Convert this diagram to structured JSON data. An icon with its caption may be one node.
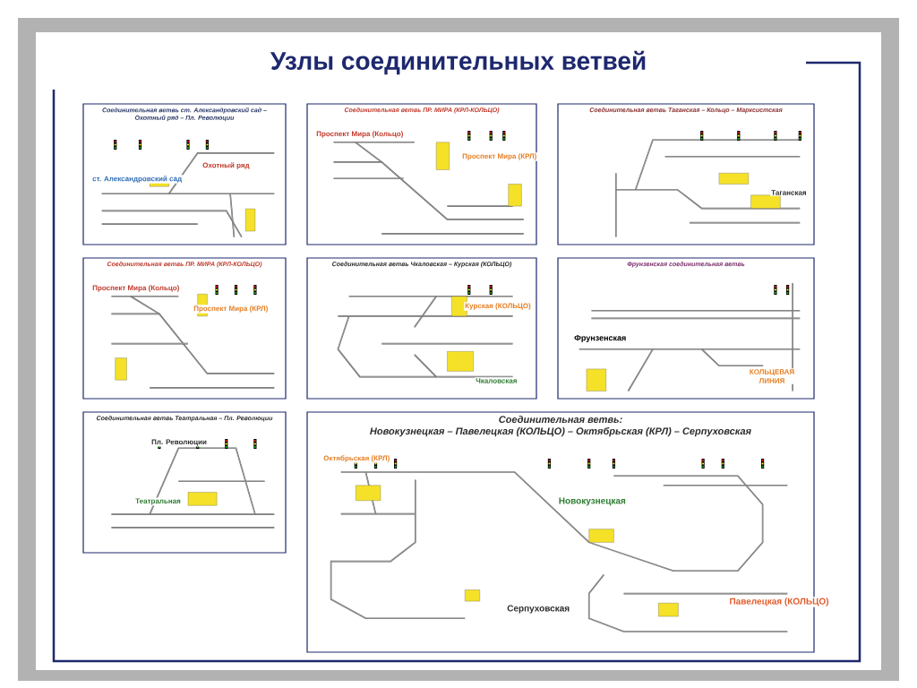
{
  "diagram": {
    "title": "Узлы соединительных ветвей",
    "nodes": [
      {
        "text": [
          "Соединительная ветвь ст. Александровский сад – Охотный ряд – Пл. Революции"
        ]
      },
      {
        "text": [
          "Соединительная ветвь ПР. МИРА (КРЛ-КОЛЬЦО)"
        ]
      },
      {
        "text": [
          "Соединительная ветвь Таганская – Кольцо – Марксистская"
        ]
      },
      {
        "text": [
          "Соединительная ветвь ПР. МИРА (КРЛ-КОЛЬЦО)"
        ]
      },
      {
        "text": [
          "Соединительная ветвь Чкаловская – Курская (КОЛЬЦО)"
        ]
      },
      {
        "text": [
          "Фрунзенская соединительная ветвь"
        ]
      },
      {
        "text": [
          "Соединительная ветвь Театральная – Пл. Революции"
        ]
      },
      {
        "text": [
          "Соединительная ветвь:",
          "Новокузнецкая – Павелецкая (КОЛЬЦО) – Октябрьская (КРЛ) – Серпуховская"
        ]
      }
    ],
    "labels": [
      "Охотный ряд",
      "ст. Александровский сад",
      "Проспект Мира (Кольцо)",
      "Проспект Мира (КРЛ)",
      "Таганская",
      "Проспект Мира (Кольцо)",
      "Проспект Мира (КРЛ)",
      "Курская (КОЛЬЦО)",
      "Чкаловская",
      "Фрунзенская",
      "КОЛЬЦЕВАЯ ЛИНИЯ",
      "Пл. Революции",
      "Театральная",
      "Октябрьская (КРЛ)",
      "Новокузнецкая",
      "Серпуховская",
      "Павелецкая (КОЛЬЦО)"
    ]
  }
}
